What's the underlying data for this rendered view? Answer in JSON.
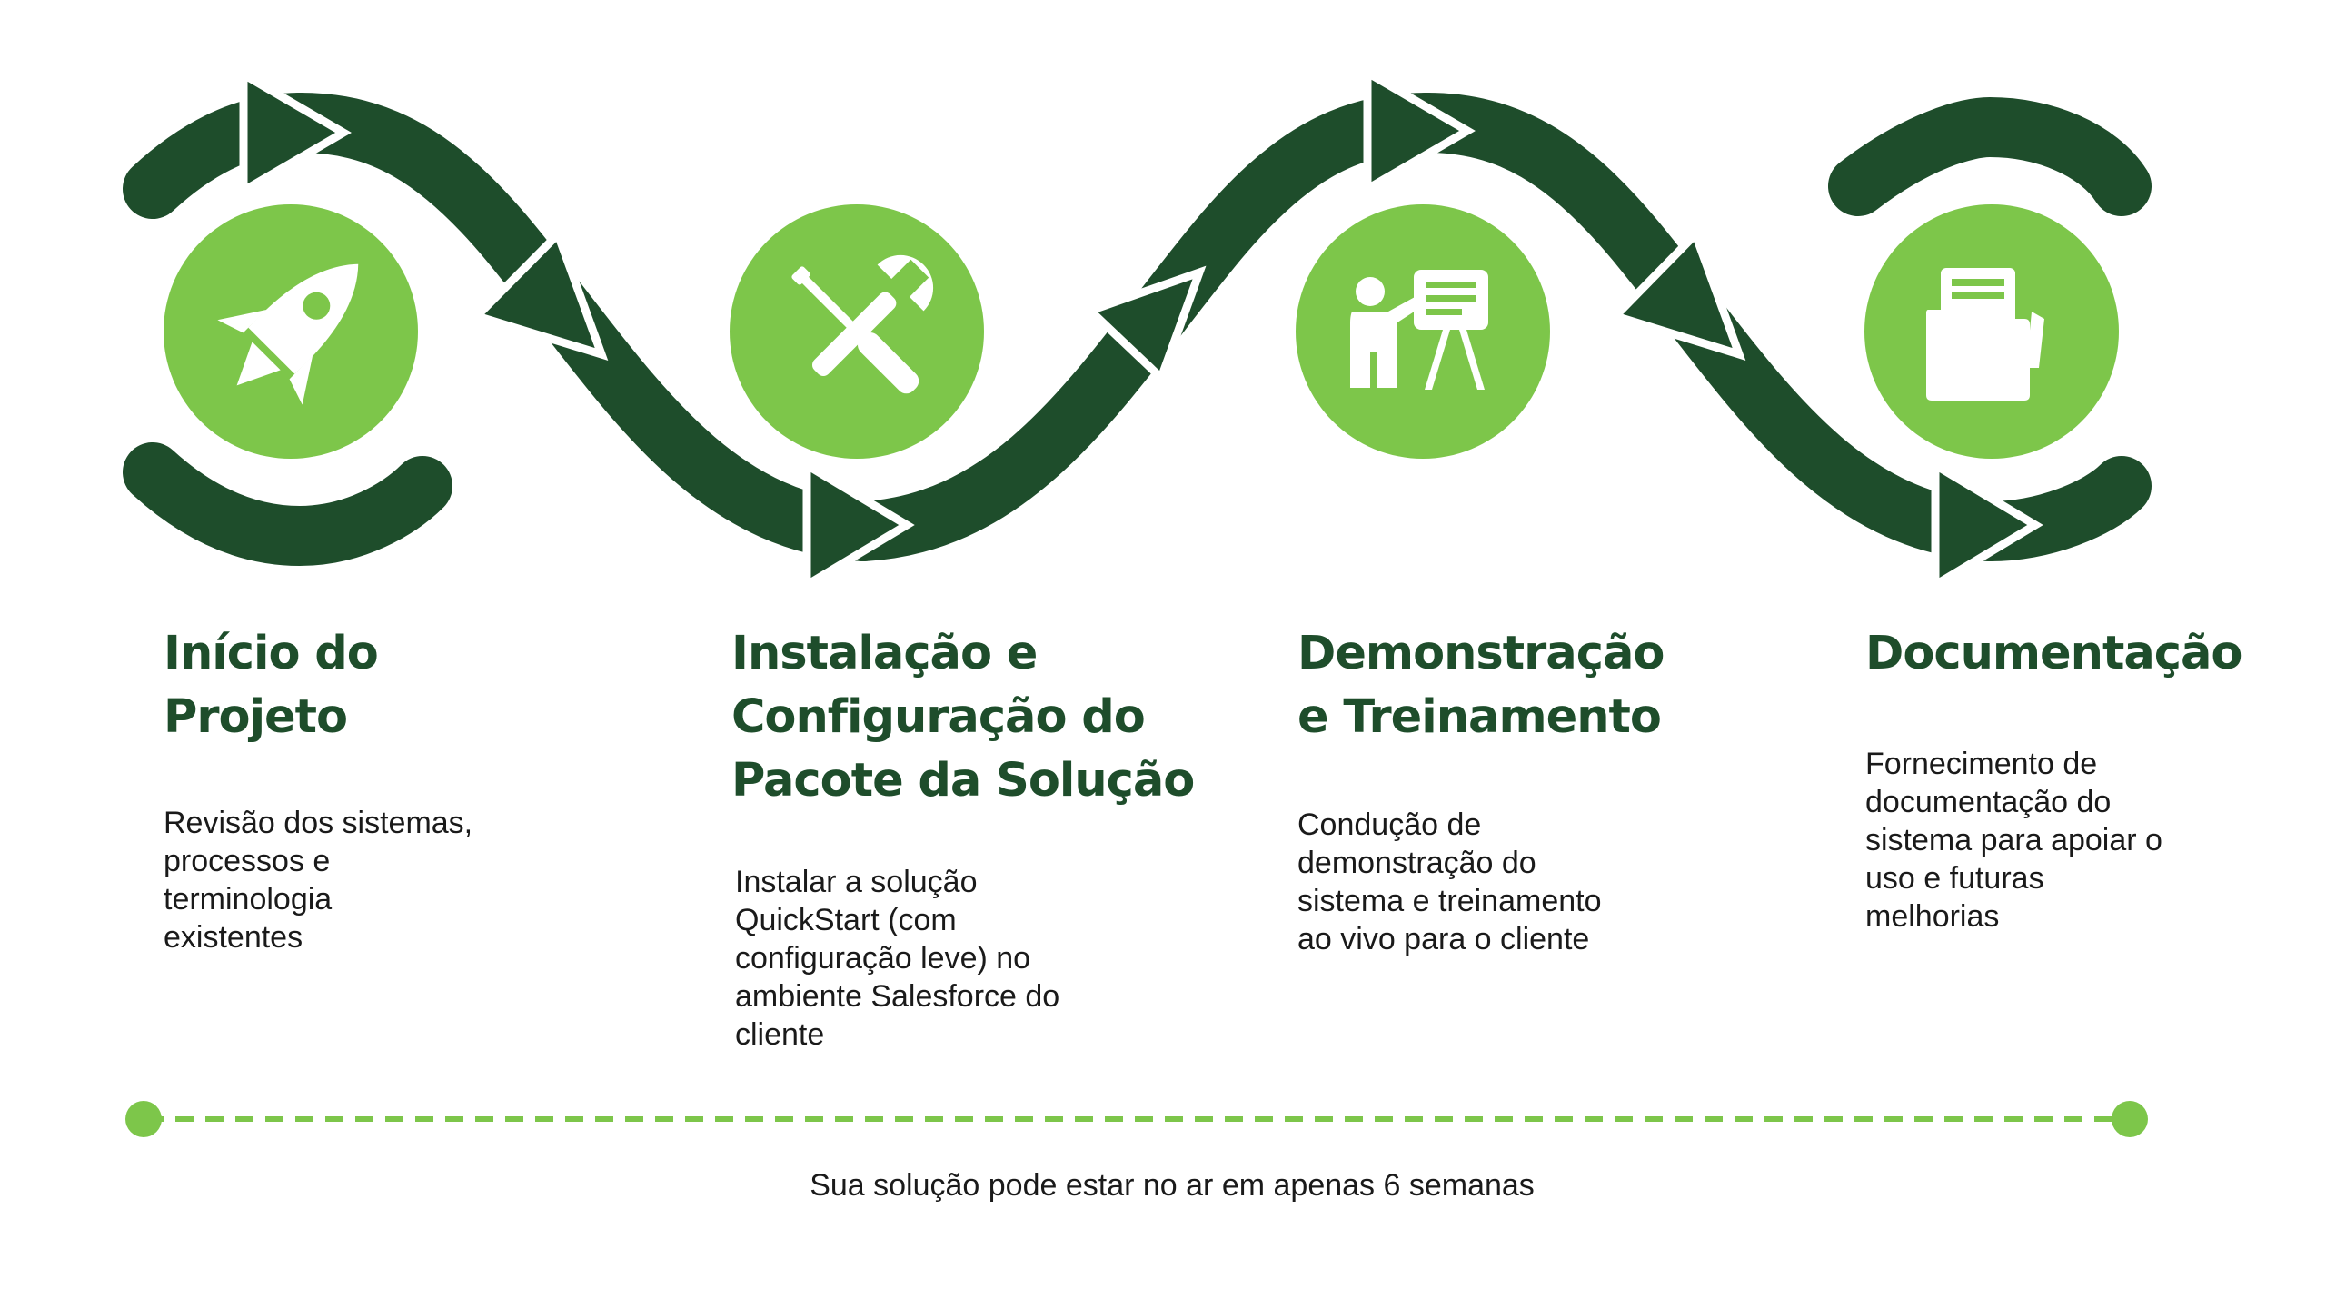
{
  "colors": {
    "dark_green": "#1e4d2b",
    "light_green": "#7dc64a",
    "white": "#ffffff",
    "text": "#1a1a1a"
  },
  "icons": [
    "rocket-icon",
    "tools-icon",
    "presentation-icon",
    "folder-icon"
  ],
  "steps": [
    {
      "icon": "rocket-icon",
      "title_lines": [
        "Início do",
        "Projeto"
      ],
      "description_lines": [
        "Revisão dos sistemas,",
        "processos e",
        "terminologia",
        "existentes"
      ]
    },
    {
      "icon": "tools-icon",
      "title_lines": [
        "Instalação e",
        "Configuração do",
        "Pacote da Solução"
      ],
      "description_lines": [
        "Instalar a solução",
        "QuickStart (com",
        "configuração leve) no",
        "ambiente Salesforce do",
        "cliente"
      ]
    },
    {
      "icon": "presentation-icon",
      "title_lines": [
        "Demonstração",
        "e Treinamento"
      ],
      "description_lines": [
        "Condução de",
        "demonstração do",
        "sistema e treinamento",
        "ao vivo para o cliente"
      ]
    },
    {
      "icon": "folder-icon",
      "title_lines": [
        "Documentação"
      ],
      "description_lines": [
        "Fornecimento de",
        "documentação do",
        "sistema para apoiar o",
        "uso e futuras",
        "melhorias"
      ]
    }
  ],
  "timeline": {
    "caption": "Sua solução pode estar no ar em apenas 6 semanas"
  }
}
